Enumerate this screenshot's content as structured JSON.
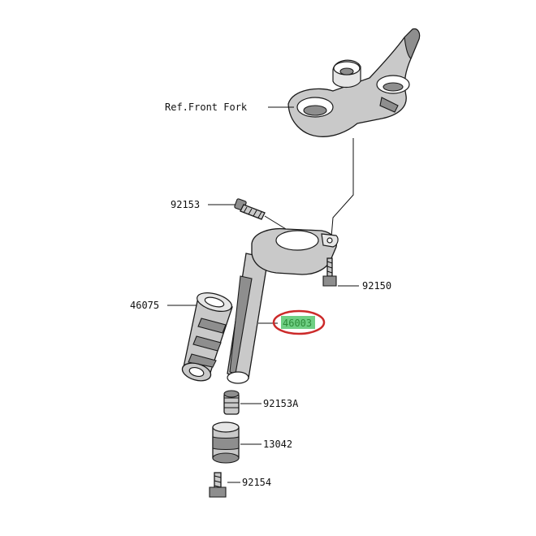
{
  "diagram": {
    "labels": {
      "ref_front_fork": "Ref.Front Fork",
      "p92153": "92153",
      "p92150": "92150",
      "p46075": "46075",
      "p46003": "46003",
      "p92153A": "92153A",
      "p13042": "13042",
      "p92154": "92154"
    },
    "highlight": {
      "part": "46003",
      "ring_color": "#cc2a2a",
      "fill_color": "#3fbf5a"
    },
    "colors": {
      "line": "#111111",
      "part_fill": "#c9c9c9",
      "part_dark": "#8e8e8e"
    }
  }
}
